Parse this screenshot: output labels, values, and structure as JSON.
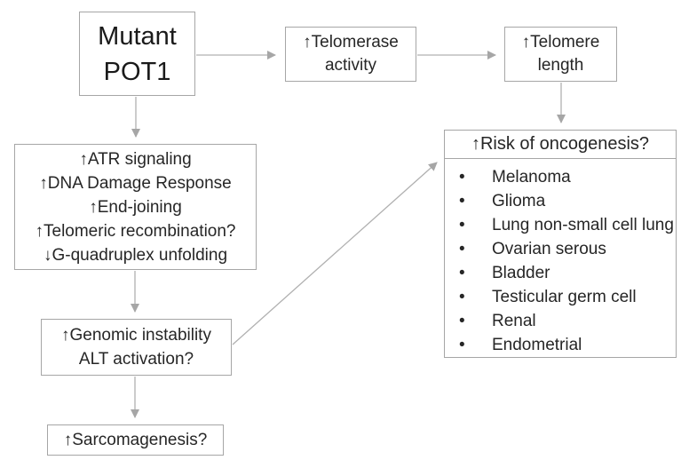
{
  "diagram": {
    "title": "Mutant POT1 oncogenesis pathway flowchart",
    "colors": {
      "background": "#ffffff",
      "box_border": "#a6a6a6",
      "arrow": "#aaaaaa",
      "text": "#262626"
    },
    "nodes": {
      "pot1": {
        "lines": [
          "Mutant",
          "POT1"
        ]
      },
      "telomerase": {
        "lines": [
          "↑Telomerase",
          "activity"
        ]
      },
      "telomere": {
        "lines": [
          "↑Telomere",
          "length"
        ]
      },
      "atr": {
        "lines": [
          "↑ATR signaling",
          "↑DNA Damage Response",
          "↑End-joining",
          "↑Telomeric recombination?",
          "↓G-quadruplex unfolding"
        ]
      },
      "genomic": {
        "lines": [
          "↑Genomic instability",
          "ALT activation?"
        ]
      },
      "sarcoma": {
        "lines": [
          "↑Sarcomagenesis?"
        ]
      },
      "risk": {
        "header": "↑Risk of oncogenesis?",
        "items": [
          "Melanoma",
          "Glioma",
          "Lung non-small cell lung",
          "Ovarian serous",
          "Bladder",
          "Testicular germ cell",
          "Renal",
          "Endometrial"
        ]
      }
    },
    "edges": [
      {
        "from": "pot1",
        "to": "telomerase"
      },
      {
        "from": "telomerase",
        "to": "telomere"
      },
      {
        "from": "telomere",
        "to": "risk"
      },
      {
        "from": "pot1",
        "to": "atr"
      },
      {
        "from": "atr",
        "to": "genomic"
      },
      {
        "from": "genomic",
        "to": "risk"
      },
      {
        "from": "genomic",
        "to": "sarcoma"
      }
    ]
  }
}
